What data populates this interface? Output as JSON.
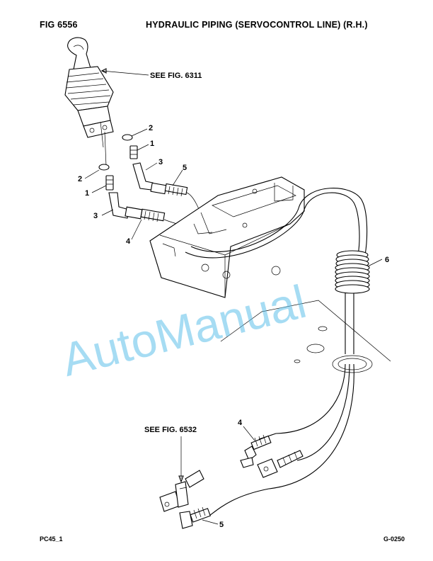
{
  "header": {
    "figure": "FIG    6556",
    "title": "HYDRAULIC PIPING (SERVOCONTROL LINE) (R.H.)"
  },
  "references": {
    "joystick": "SEE FIG. 6311",
    "valve": "SEE FIG. 6532"
  },
  "callouts": {
    "c1a": "1",
    "c1b": "1",
    "c2a": "2",
    "c2b": "2",
    "c3a": "3",
    "c3b": "3",
    "c4a": "4",
    "c4b": "4",
    "c5a": "5",
    "c5b": "5",
    "c6": "6"
  },
  "watermark": "AutoManual",
  "footer": {
    "left": "PC45_1",
    "right": "G-0250"
  },
  "colors": {
    "watermark": "#5cc0ea",
    "line": "#000000"
  }
}
